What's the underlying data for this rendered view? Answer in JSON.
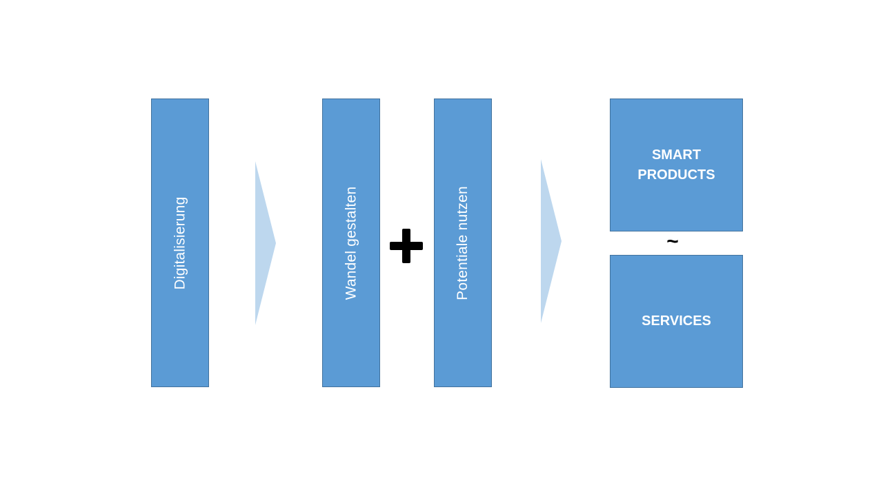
{
  "colors": {
    "box_fill": "#5b9bd5",
    "box_border": "#41719c",
    "chevron_fill": "#bdd7ee",
    "operator": "#000000"
  },
  "diagram": {
    "stage1": {
      "label": "Digitalisierung"
    },
    "stage2": {
      "left_label": "Wandel gestalten",
      "operator_plus": "+",
      "right_label": "Potentiale nutzen"
    },
    "stage3": {
      "top_label": "SMART\nPRODUCTS",
      "operator_tilde": "~",
      "bottom_label": "SERVICES"
    },
    "arrows": [
      {
        "icon": "chevron-right-icon"
      },
      {
        "icon": "chevron-right-icon"
      }
    ]
  }
}
